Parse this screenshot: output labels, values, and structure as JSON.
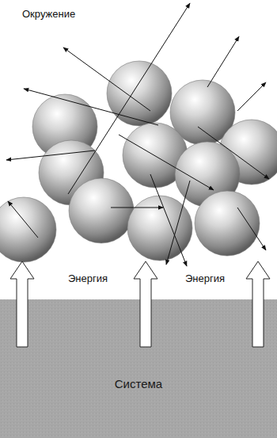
{
  "diagram": {
    "nodes": [
      {
        "text": [
          "Система"
        ]
      }
    ],
    "labels": [
      "Окружение",
      "Энергия",
      "Энергия"
    ]
  }
}
